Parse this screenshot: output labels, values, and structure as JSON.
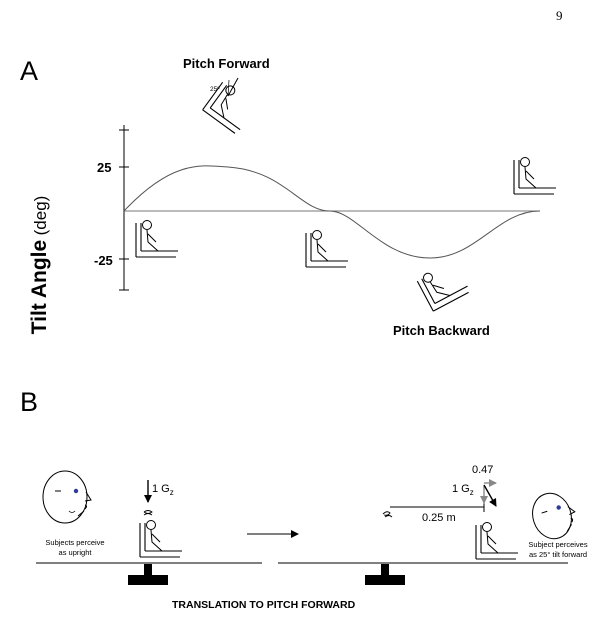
{
  "page_number": "9",
  "panel_a": {
    "label": "A",
    "title_top": "Pitch Forward",
    "title_bottom": "Pitch Backward",
    "angle_note": "25º",
    "y_axis": {
      "title": "Tilt Angle",
      "unit": "(deg)",
      "ticks": [
        "25",
        "-25"
      ]
    }
  },
  "panel_b": {
    "label": "B",
    "caption": "TRANSLATION TO PITCH FORWARD",
    "left_perception_line1": "Subjects perceive",
    "left_perception_line2": "as upright",
    "right_perception_line1": "Subject perceives",
    "right_perception_line2": "as 25° tilt forward",
    "left_force": "1 G",
    "right_force": "1 G",
    "force_subscript": "z",
    "lateral_value": "0.47",
    "distance": "0.25 m"
  }
}
